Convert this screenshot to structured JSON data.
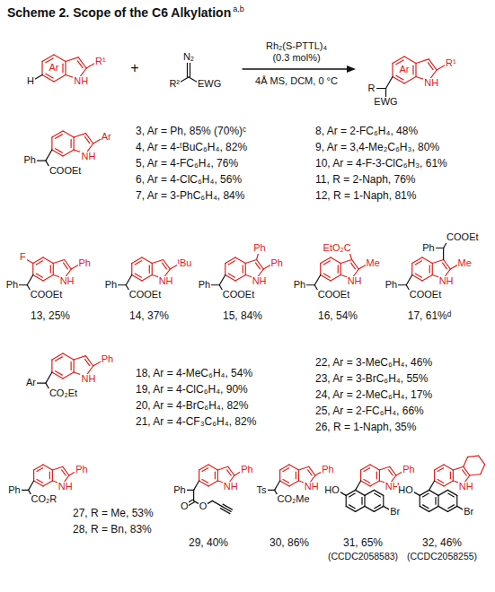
{
  "diagram": {
    "title": "Scheme 2. Scope of the C6 Alkylation",
    "labels": [
      "a,b",
      "Ar",
      "H",
      "NH",
      "R¹",
      "+",
      "N₂",
      "R²",
      "EWG",
      "Rh₂(S-PTTL)₄",
      "(0.3 mol%)",
      "4Å MS, DCM, 0 °C",
      "Ar",
      "NH",
      "R¹",
      "R",
      "EWG",
      "Ar",
      "NH",
      "Ph",
      "COOEt",
      "3, Ar = Ph, 85% (70%)ᶜ",
      "4, Ar = 4-ᵗBuC₆H₄, 82%",
      "5, Ar = 4-FC₆H₄, 76%",
      "6, Ar = 4-ClC₆H₄, 56%",
      "7, Ar = 3-PhC₆H₄, 84%",
      "8, Ar = 2-FC₆H₄, 48%",
      "9, Ar = 3,4-Me₂C₆H₃, 80%",
      "10, Ar = 4-F-3-ClC₆H₃, 61%",
      "11, R = 2-Naph, 76%",
      "12, R = 1-Naph, 81%",
      "Ph",
      "F",
      "NH",
      "Ph",
      "COOEt",
      "13, 25%",
      "ᵗBu",
      "NH",
      "Ph",
      "COOEt",
      "14, 37%",
      "Ph",
      "Ph",
      "NH",
      "Ph",
      "COOEt",
      "15, 84%",
      "Me",
      "EtO₂C",
      "NH",
      "Ph",
      "COOEt",
      "16, 54%",
      "Me",
      "COOEt",
      "Ph",
      "NH",
      "Ph",
      "COOEt",
      "17, 61%ᵈ",
      "Ph",
      "NH",
      "Ar",
      "CO₂Et",
      "18, Ar = 4-MeC₆H₄, 54%",
      "19, Ar = 4-ClC₆H₄, 90%",
      "20, Ar = 4-BrC₆H₄, 82%",
      "21, Ar = 4-CF₃C₆H₄, 82%",
      "22, Ar = 3-MeC₆H₄, 46%",
      "23, Ar = 3-BrC₆H₄, 55%",
      "24, Ar = 2-MeC₆H₄, 17%",
      "25, Ar = 2-FC₆H₄, 66%",
      "26, R = 1-Naph, 35%",
      "Ph",
      "NH",
      "Ph",
      "CO₂R",
      "27, R = Me, 53%",
      "28, R = Bn, 83%",
      "Ph",
      "NH",
      "Ph",
      "O",
      "O",
      "29, 40%",
      "Ph",
      "NH",
      "Ts",
      "CO₂Me",
      "30, 86%",
      "Ph",
      "NH",
      "HO",
      "Br",
      "31, 65%",
      "(CCDC2058583)",
      "NH",
      "HO",
      "Br",
      "32, 46%",
      "(CCDC2058255)"
    ]
  }
}
